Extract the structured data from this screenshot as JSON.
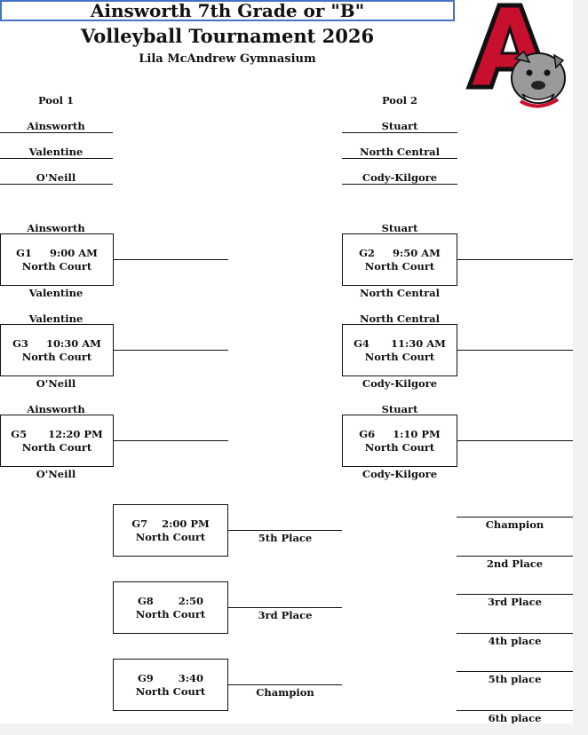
{
  "header": {
    "title_line1": "Ainsworth 7th Grade or \"B\"",
    "title_line2": "Volleyball Tournament 2026",
    "venue": "Lila McAndrew Gymnasium"
  },
  "pools": [
    {
      "label": "Pool 1",
      "teams": [
        "Ainsworth",
        "Valentine",
        "O'Neill"
      ]
    },
    {
      "label": "Pool 2",
      "teams": [
        "Stuart",
        "North Central",
        "Cody-Kilgore"
      ]
    }
  ],
  "games": [
    {
      "id": "G1",
      "time": "9:00 AM",
      "court": "North Court",
      "team_top": "Ainsworth",
      "team_bottom": "Valentine"
    },
    {
      "id": "G2",
      "time": "9:50 AM",
      "court": "North Court",
      "team_top": "Stuart",
      "team_bottom": "North Central"
    },
    {
      "id": "G3",
      "time": "10:30 AM",
      "court": "North Court",
      "team_top": "Valentine",
      "team_bottom": "O'Neill"
    },
    {
      "id": "G4",
      "time": "11:30 AM",
      "court": "North Court",
      "team_top": "North Central",
      "team_bottom": "Cody-Kilgore"
    },
    {
      "id": "G5",
      "time": "12:20 PM",
      "court": "North Court",
      "team_top": "Ainsworth",
      "team_bottom": "O'Neill"
    },
    {
      "id": "G6",
      "time": "1:10 PM",
      "court": "North Court",
      "team_top": "Stuart",
      "team_bottom": "Cody-Kilgore"
    },
    {
      "id": "G7",
      "time": "2:00 PM",
      "court": "North Court",
      "result": "5th Place"
    },
    {
      "id": "G8",
      "time": "2:50",
      "court": "North Court",
      "result": "3rd Place"
    },
    {
      "id": "G9",
      "time": "3:40",
      "court": "North Court",
      "result": "Champion"
    }
  ],
  "standings": [
    "Champion",
    "2nd Place",
    "3rd Place",
    "4th place",
    "5th place",
    "6th place"
  ],
  "logo": {
    "letter": "A",
    "colors": {
      "red": "#c8102e",
      "black": "#111111",
      "gray": "#9a9a9a"
    }
  }
}
